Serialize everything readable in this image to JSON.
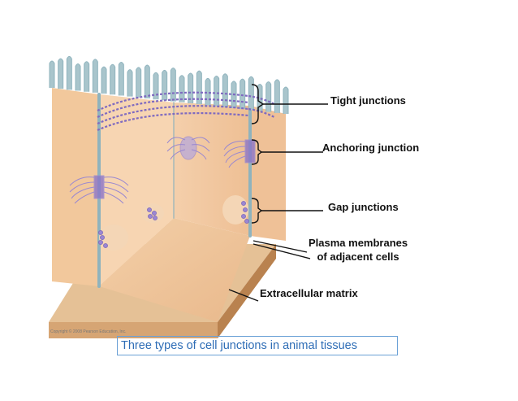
{
  "labels": {
    "tight": "Tight junctions",
    "anchoring": "Anchoring junction",
    "gap": "Gap junctions",
    "plasma_line1": "Plasma membranes",
    "plasma_line2": "of adjacent cells",
    "ecm": "Extracellular matrix"
  },
  "copyright": "Copyright © 2008 Pearson Education, Inc.",
  "caption": "Three types of cell junctions in animal tissues",
  "colors": {
    "cell": "#f3c9a0",
    "cell_light": "#f7d6b4",
    "cell_dark": "#e8b387",
    "membrane": "#8fb3bd",
    "junction": "#8b76c9",
    "matrix_top": "#e0b98e",
    "matrix_side": "#c9955f",
    "caption_text": "#2e6db6",
    "caption_border": "#6aa0d6"
  }
}
